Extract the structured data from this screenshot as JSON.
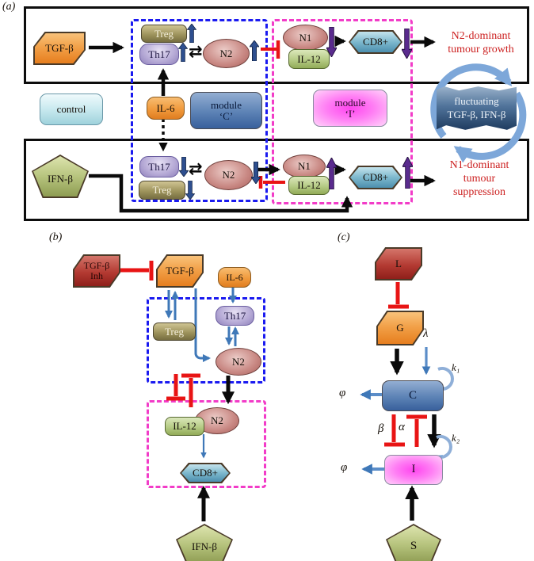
{
  "figure": {
    "panel_a_label": "(a)",
    "panel_b_label": "(b)",
    "panel_c_label": "(c)"
  },
  "panel_a": {
    "tgfb": "TGF-β",
    "ifnb": "IFN-β",
    "control": "control",
    "il6": "IL-6",
    "module_c_line1": "module",
    "module_c_line2": "‘C’",
    "module_i_line1": "module",
    "module_i_line2": "‘I’",
    "banner_line1": "fluctuating",
    "banner_line2": "TGF-β, IFN-β",
    "top": {
      "treg": "Treg",
      "th17": "Th17",
      "n2": "N2",
      "n1": "N1",
      "il12": "IL-12",
      "cd8": "CD8+",
      "outcome_line1": "N2-dominant",
      "outcome_line2": "tumour growth"
    },
    "bottom": {
      "th17": "Th17",
      "treg": "Treg",
      "n2": "N2",
      "n1": "N1",
      "il12": "IL-12",
      "cd8": "CD8+",
      "outcome_line1": "N1-dominant",
      "outcome_line2": "tumour",
      "outcome_line3": "suppression"
    }
  },
  "panel_b": {
    "tgfb_inh_line1": "TGF-β",
    "tgfb_inh_line2": "Inh",
    "tgfb": "TGF-β",
    "il6": "IL-6",
    "treg": "Treg",
    "th17": "Th17",
    "n2_upper": "N2",
    "n2_lower": "N2",
    "il12": "IL-12",
    "cd8": "CD8+",
    "ifnb": "IFN-β"
  },
  "panel_c": {
    "l": "L",
    "g": "G",
    "c": "C",
    "i": "I",
    "s": "S",
    "lambda": "λ",
    "k1": "k₁",
    "k2": "k₂",
    "phi_c": "φ",
    "phi_i": "φ",
    "alpha": "α",
    "beta": "β"
  },
  "colors": {
    "red_text": "#cc2020",
    "inhibit_red": "#e81414",
    "dash_blue": "#1a1af0",
    "dash_pink": "#f23cc8",
    "arrow_navy": "#2e4f8f",
    "arrow_purple": "#5a2b8e",
    "arrow_blue": "#3f78b8",
    "cycle_blue": "#7da7d9"
  }
}
